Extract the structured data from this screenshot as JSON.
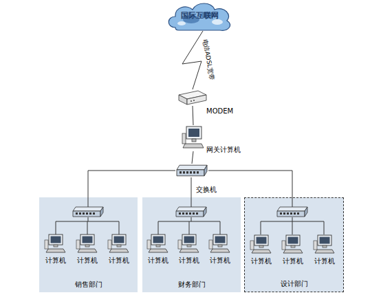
{
  "diagram": {
    "nodes": [
      {
        "text": [
          "国际互联网"
        ]
      },
      {
        "text": [
          "MODEM"
        ]
      },
      {
        "text": [
          "网关计算机"
        ]
      },
      {
        "text": [
          "交换机"
        ]
      },
      {
        "text": [
          "销售部门"
        ]
      },
      {
        "text": [
          "计算机"
        ],
        "in": 4
      },
      {
        "text": [
          "计算机"
        ],
        "in": 4
      },
      {
        "text": [
          "计算机"
        ],
        "in": 4
      },
      {
        "text": [
          "财务部门"
        ]
      },
      {
        "text": [
          "计算机"
        ],
        "in": 8
      },
      {
        "text": [
          "计算机"
        ],
        "in": 8
      },
      {
        "text": [
          "计算机"
        ],
        "in": 8
      },
      {
        "text": [
          "设计部门"
        ]
      },
      {
        "text": [
          "计算机"
        ],
        "in": 12
      },
      {
        "text": [
          "计算机"
        ],
        "in": 12
      },
      {
        "text": [
          "计算机"
        ],
        "in": 12
      }
    ],
    "edges": [
      {
        "from": 0,
        "to": 1,
        "arrow": "none",
        "label": "电信ADSL宽带"
      },
      {
        "from": 1,
        "to": 2,
        "arrow": "none"
      },
      {
        "from": 2,
        "to": 3,
        "arrow": "none"
      },
      {
        "from": 3,
        "to": 4,
        "arrow": "none"
      },
      {
        "from": 3,
        "to": 8,
        "arrow": "none"
      },
      {
        "from": 3,
        "to": 12,
        "arrow": "none"
      }
    ]
  }
}
